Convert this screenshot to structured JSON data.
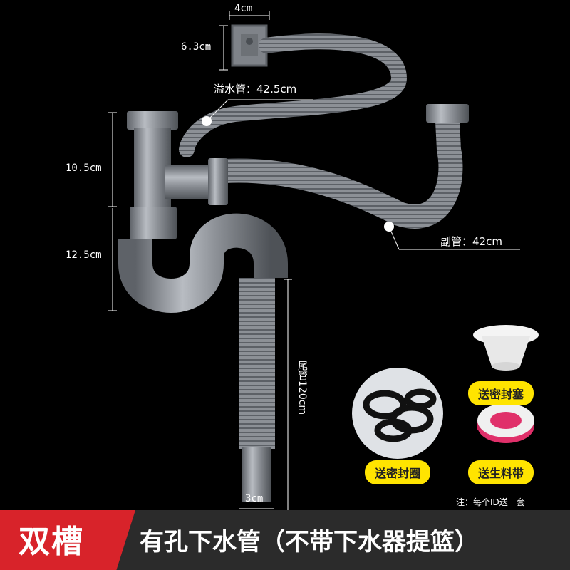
{
  "dimensions": {
    "top_width": "4cm",
    "box_height": "6.3cm",
    "upper_height": "10.5cm",
    "lower_height": "12.5cm",
    "bottom_width": "3cm"
  },
  "labels": {
    "overflow_pipe": "溢水管：42.5cm",
    "secondary_pipe": "副管：42cm",
    "tail_pipe": "尾管120cm"
  },
  "gifts": {
    "sealing_plug": "送密封塞",
    "sealing_ring": "送密封圈",
    "ptfe_tape": "送生料带",
    "note": "注：每个ID送一套"
  },
  "banner": {
    "type": "双槽",
    "description": "有孔下水管（不带下水器提篮）"
  },
  "colors": {
    "pipe": "#8c9096",
    "banner_red": "#d8232a",
    "pill_yellow": "#ffe400",
    "background": "#000000"
  }
}
